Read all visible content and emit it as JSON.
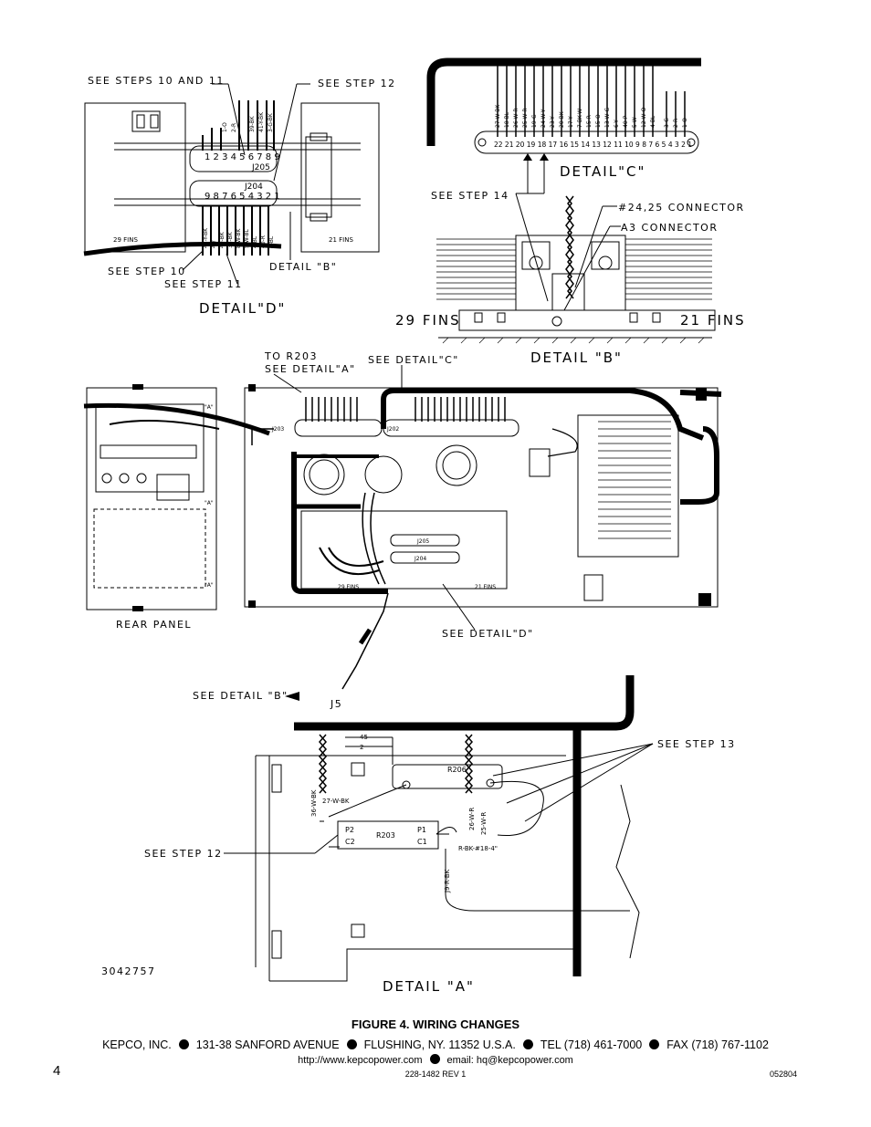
{
  "detail_d": {
    "title": "DETAIL\"D\"",
    "see_steps_10_11": "SEE STEPS 10 AND 11",
    "see_step_12": "SEE STEP 12",
    "see_step_10": "SEE STEP 10",
    "see_step_11": "SEE STEP 11",
    "detail_b_ref": "DETAIL \"B\"",
    "fins_29": "29 FINS",
    "fins_21": "21 FINS",
    "j205": "J205",
    "j204": "J204",
    "j205_pins": "1 2 3 4 5 6 7 8 9",
    "j204_pins": "9 8 7 6 5 4 3 2 1",
    "top_wires": [
      "1-O",
      "2-R",
      "39-BK",
      "41-Y-BK",
      "3-G-BK"
    ],
    "bottom_wires": [
      "42-Y-BK",
      "4-Y",
      "40-BK",
      "38-BK",
      "8-W-BK",
      "5-W-BL",
      "4-BL",
      "40-R",
      "4-BL"
    ]
  },
  "detail_c": {
    "title": "DETAIL\"C\"",
    "wires": [
      "27-W-BK",
      "18-BL",
      "26-W-R",
      "25-W-R",
      "19-G",
      "24-W-Y",
      "23-Y",
      "20-BK",
      "17-Y",
      "7-BK-W",
      "15-R",
      "15-O",
      "13-W-G",
      "6-Y",
      "40-P",
      "5-W",
      "12-W-O",
      "4-BL",
      "3-G",
      "2-R",
      "1-O"
    ],
    "pins": "22 21 20 19 18 17 16 15 14 13 12 11 10 9 8 7 6 5 4 3 2 1"
  },
  "detail_b": {
    "title": "DETAIL \"B\"",
    "see_step_14": "SEE STEP 14",
    "connector_24_25": "#24,25 CONNECTOR",
    "a3_connector": "A3 CONNECTOR",
    "fins_29": "29 FINS",
    "fins_21": "21 FINS"
  },
  "assembly": {
    "to_r203": "TO R203",
    "see_detail_a": "SEE DETAIL\"A\"",
    "see_detail_c": "SEE DETAIL\"C\"",
    "see_detail_d": "SEE DETAIL\"D\"",
    "rear_panel": "REAR PANEL",
    "see_detail_b": "SEE DETAIL \"B\"",
    "j5": "J5",
    "j203": "J203",
    "j202": "J202",
    "j205": "J205",
    "j204": "J204",
    "fins_29": "29 FINS",
    "fins_21": "21 FINS",
    "terminal_a": "\"A\""
  },
  "detail_a": {
    "title": "DETAIL \"A\"",
    "see_step_13": "SEE STEP 13",
    "see_step_12": "SEE STEP 12",
    "r206": "R206",
    "r203": "R203",
    "p2": "P2",
    "c2": "C2",
    "p1": "P1",
    "c1": "C1",
    "wire_45": "45",
    "wire_2": "2",
    "wire_36": "36-W-BK",
    "wire_27": "27-W-BK",
    "wire_26": "26-W-R",
    "wire_25": "25-W-R",
    "wire_rbk": "R-BK-#18-4\"",
    "wire_j9": "J9-R-BK",
    "part_number": "3042757"
  },
  "footer": {
    "figure_caption": "FIGURE 4.   WIRING CHANGES",
    "company": "KEPCO, INC.",
    "street": "131-38 SANFORD AVENUE",
    "city": "FLUSHING, NY. 11352 U.S.A.",
    "tel": "TEL (718) 461-7000",
    "fax": "FAX (718) 767-1102",
    "website": "http://www.kepcopower.com",
    "email": "email: hq@kepcopower.com",
    "page_number": "4",
    "doc_number": "228-1482 REV 1",
    "date_code": "052804"
  }
}
